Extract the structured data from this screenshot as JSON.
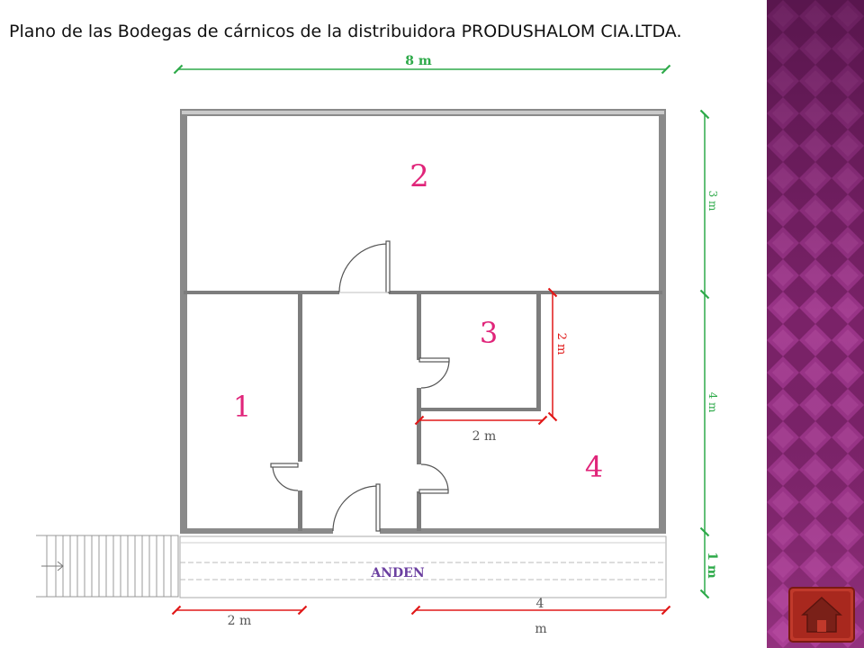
{
  "title": "Plano de las Bodegas de cárnicos de la distribuidora PRODUSHALOM CIA.LTDA.",
  "rooms": {
    "r1": "1",
    "r2": "2",
    "r3": "3",
    "r4": "4"
  },
  "dimensions": {
    "top_width": "8 m",
    "right_upper": "3 m",
    "right_middle": "4 m",
    "right_lower": "1 m",
    "room3_vertical": "2 m",
    "room3_horizontal": "2 m",
    "bottom_left": "2 m",
    "bottom_right_num": "4",
    "bottom_right_unit": "m"
  },
  "anden_label": "ANDEN",
  "colors": {
    "wall": "#888888",
    "room_numbers": "#e0257a",
    "green_dims": "#2eaa4a",
    "red_dims": "#e01818",
    "anden": "#6b3fa0",
    "sidebar": "#8b2a78",
    "home_button": "#c0392b"
  },
  "icons": {
    "home": "home-icon",
    "stairs": "stairs-icon",
    "arrow": "arrow-right-icon"
  }
}
